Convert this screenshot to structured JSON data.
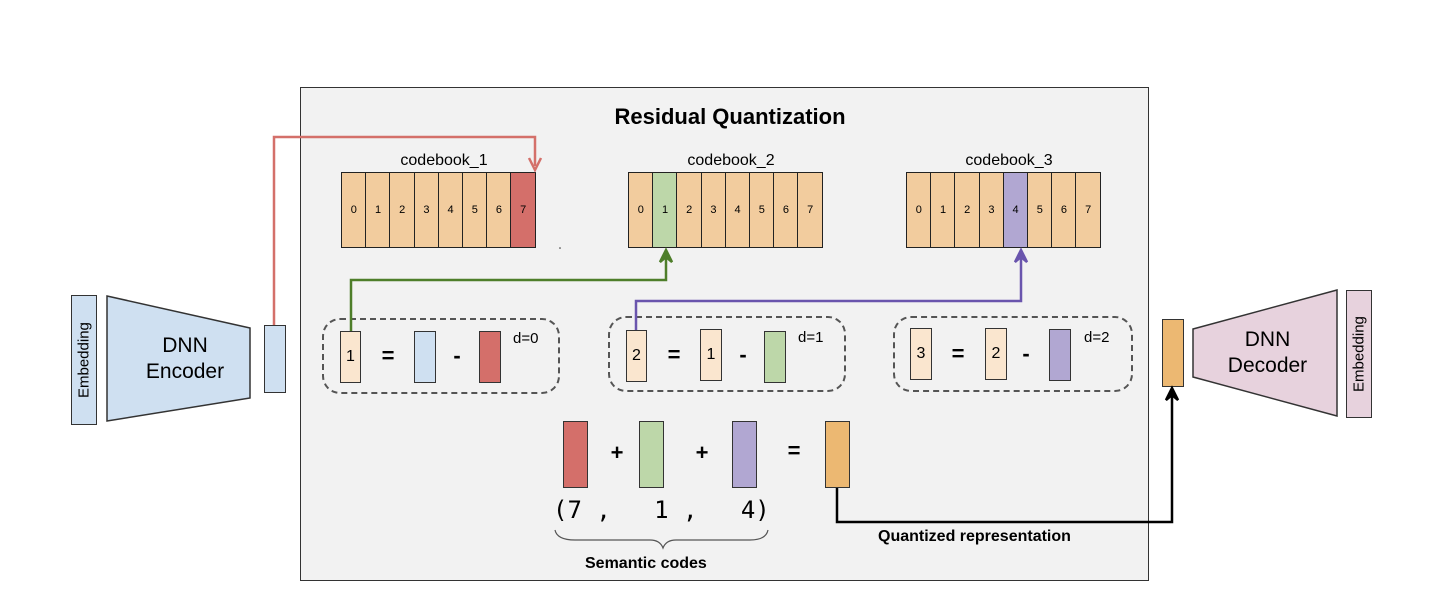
{
  "title": "Residual Quantization",
  "colors": {
    "panel_bg": "#f2f2f2",
    "codebook_cell": "#f2cc9e",
    "code_1": "#d46f6a",
    "code_2": "#bdd7a9",
    "code_3": "#b1a7d2",
    "residual": "#fae6cf",
    "embedding_in": "#cfe0f1",
    "quantized": "#ecb872",
    "decoder": "#e7d2dd",
    "arrow_1": "#d4706a",
    "arrow_2": "#4e7e2a",
    "arrow_3": "#6a55ad",
    "arrow_out": "#000000"
  },
  "encoder": {
    "embedding_label": "Embedding",
    "line1": "DNN",
    "line2": "Encoder"
  },
  "decoder": {
    "embedding_label": "Embedding",
    "line1": "DNN",
    "line2": "Decoder"
  },
  "codebooks": [
    {
      "label": "codebook_1",
      "cells": [
        "0",
        "1",
        "2",
        "3",
        "4",
        "5",
        "6",
        "7"
      ],
      "selected": 7
    },
    {
      "label": "codebook_2",
      "cells": [
        "0",
        "1",
        "2",
        "3",
        "4",
        "5",
        "6",
        "7"
      ],
      "selected": 1
    },
    {
      "label": "codebook_3",
      "cells": [
        "0",
        "1",
        "2",
        "3",
        "4",
        "5",
        "6",
        "7"
      ],
      "selected": 4
    }
  ],
  "residual_steps": [
    {
      "result": "1",
      "eq": "=",
      "lhs": "",
      "minus": "-",
      "depth": "d=0"
    },
    {
      "result": "2",
      "eq": "=",
      "lhs": "1",
      "minus": "-",
      "depth": "d=1"
    },
    {
      "result": "3",
      "eq": "=",
      "lhs": "2",
      "minus": "-",
      "depth": "d=2"
    }
  ],
  "sum": {
    "plus1": "+",
    "plus2": "+",
    "equals": "="
  },
  "semantic_codes": {
    "text": "(7 ,   1 ,   4)",
    "values": [
      7,
      1,
      4
    ],
    "label": "Semantic codes"
  },
  "quantized_label": "Quantized representation"
}
